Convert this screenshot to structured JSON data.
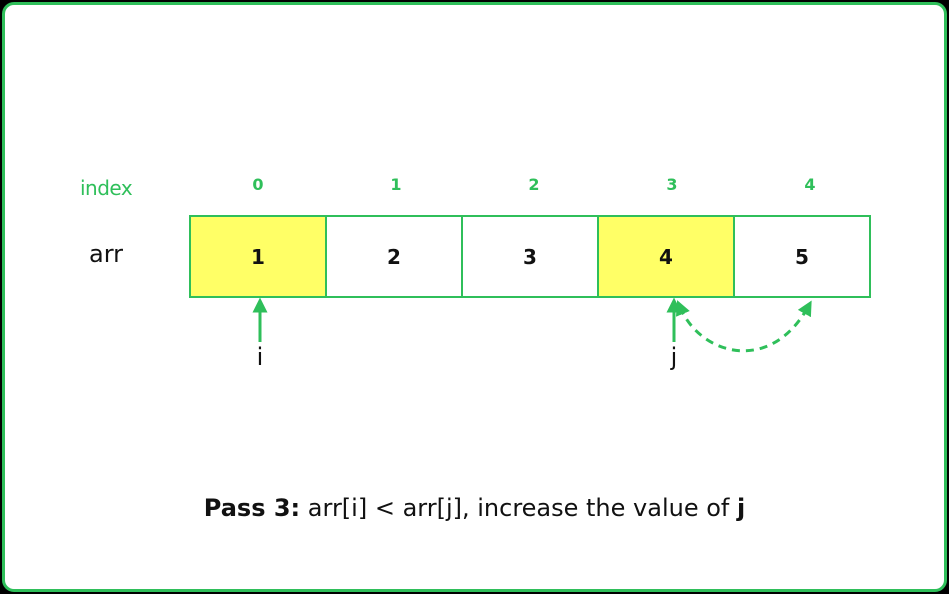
{
  "labels": {
    "index": "index",
    "arr": "arr"
  },
  "indices": [
    "0",
    "1",
    "2",
    "3",
    "4"
  ],
  "cells": [
    {
      "value": "1",
      "highlighted": true
    },
    {
      "value": "2",
      "highlighted": false
    },
    {
      "value": "3",
      "highlighted": false
    },
    {
      "value": "4",
      "highlighted": true
    },
    {
      "value": "5",
      "highlighted": false
    }
  ],
  "pointers": {
    "i": {
      "label": "i",
      "index": 0
    },
    "j": {
      "label": "j",
      "index": 3,
      "moves_to": 4
    }
  },
  "caption": {
    "pass": "Pass 3:",
    "text": " arr[i] < arr[j], increase the value of ",
    "var": "j"
  },
  "colors": {
    "accent": "#2fbf5a",
    "highlight": "#ffff66",
    "background": "#ffffff"
  }
}
